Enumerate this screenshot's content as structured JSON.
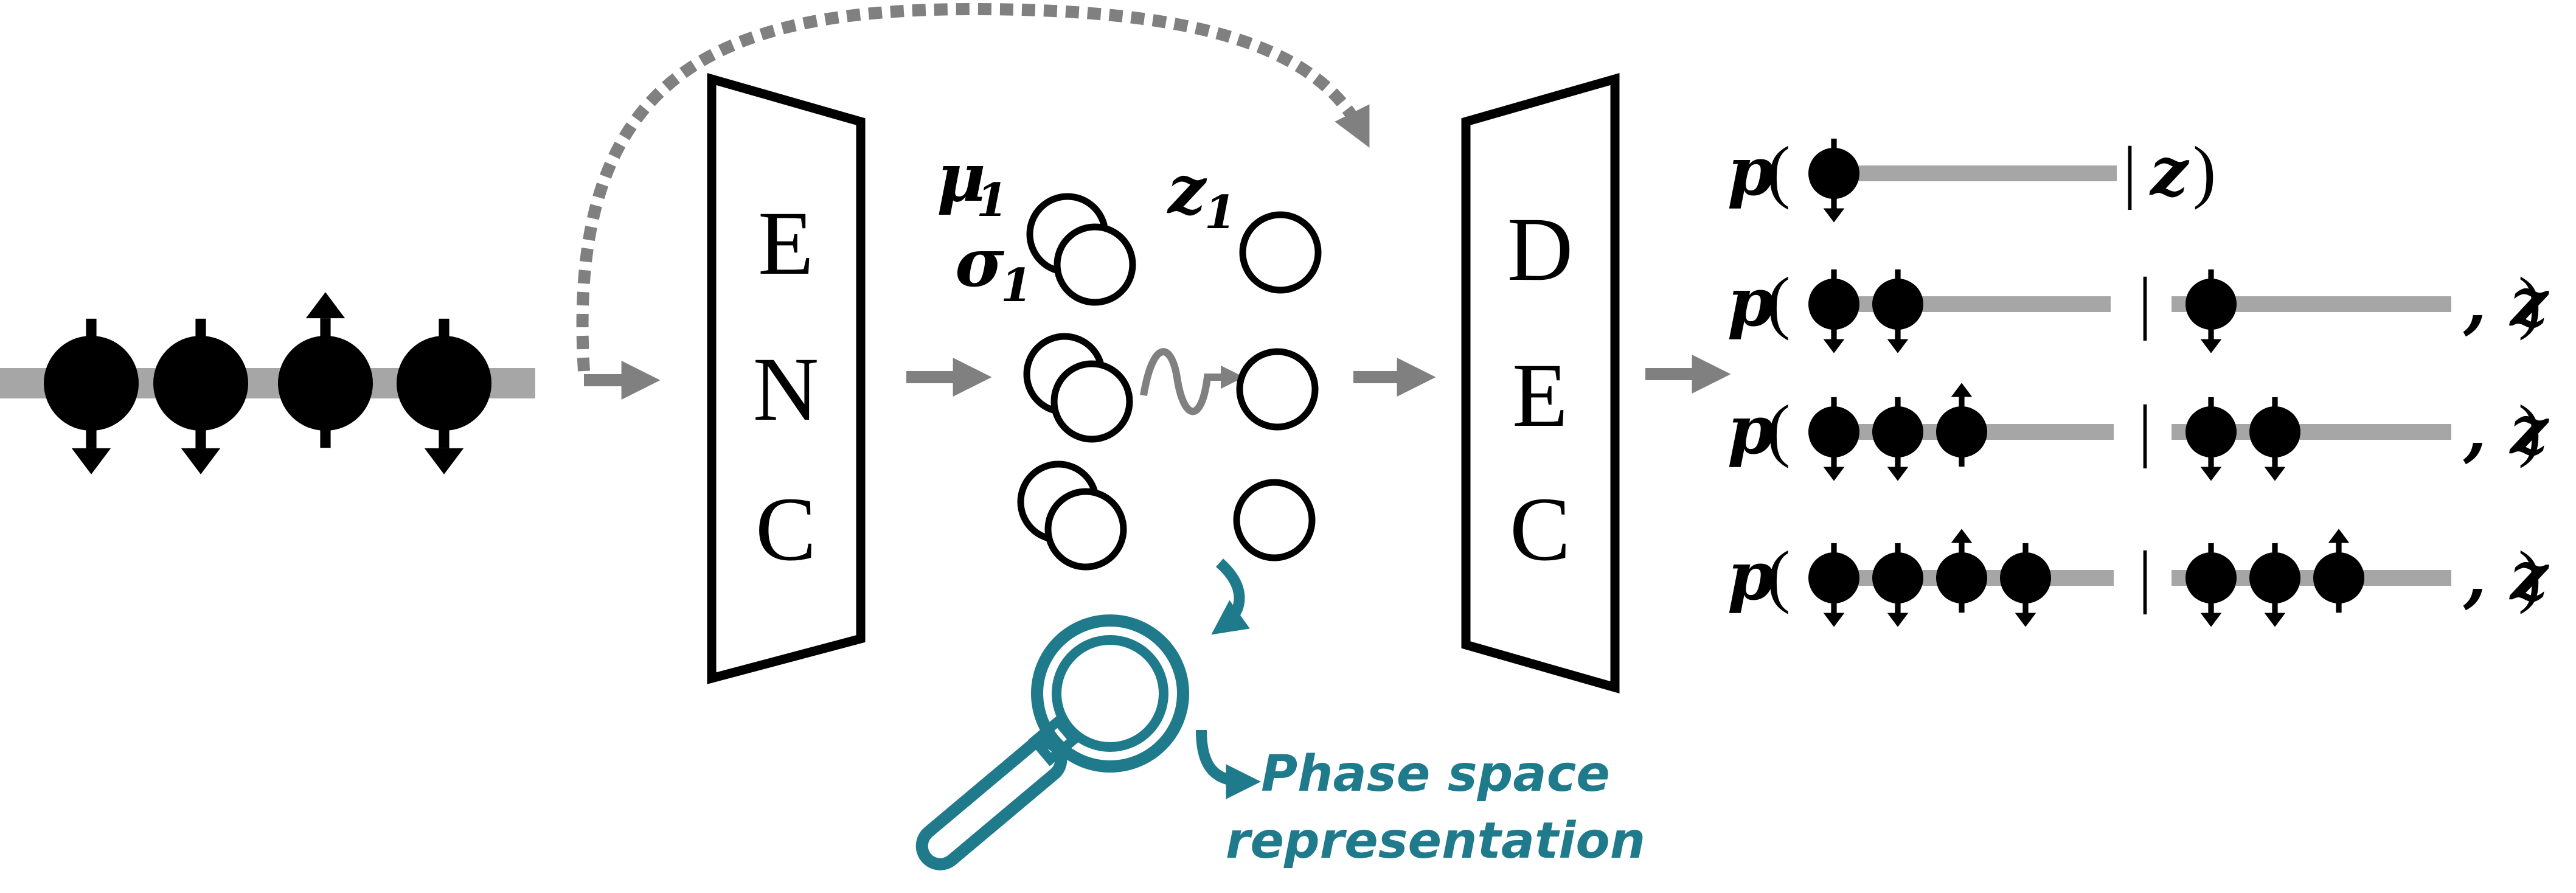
{
  "encoder": {
    "letters": [
      "E",
      "N",
      "C"
    ]
  },
  "decoder": {
    "letters": [
      "D",
      "E",
      "C"
    ]
  },
  "latent": {
    "mu_base": "μ",
    "mu_sub": "1",
    "sigma_base": "σ",
    "sigma_sub": "1",
    "z_base": "z",
    "z_sub": "1"
  },
  "input_chain": [
    "down",
    "down",
    "up",
    "down"
  ],
  "conditionals": [
    {
      "p": "p",
      "open": "(",
      "target": [
        "down"
      ],
      "bar": "|",
      "given": [],
      "given_text": "z",
      "close": ")"
    },
    {
      "p": "p",
      "open": "(",
      "target": [
        "down",
        "down"
      ],
      "bar": "|",
      "given": [
        "down"
      ],
      "given_text": ", z",
      "close": ")"
    },
    {
      "p": "p",
      "open": "(",
      "target": [
        "down",
        "down",
        "up"
      ],
      "bar": "|",
      "given": [
        "down",
        "down"
      ],
      "given_text": ", z",
      "close": ")"
    },
    {
      "p": "p",
      "open": "(",
      "target": [
        "down",
        "down",
        "up",
        "down"
      ],
      "bar": "|",
      "given": [
        "down",
        "down",
        "up"
      ],
      "given_text": ", z",
      "close": ")"
    }
  ],
  "phase_space": {
    "line1": "Phase space",
    "line2": "representation"
  },
  "colors": {
    "accent": "#1f7a8c",
    "gray": "#a6a6a6",
    "arrow": "#808080"
  },
  "icons": [
    "magnifier-icon",
    "curved-arrow-icon",
    "skip-connection-arrow"
  ]
}
